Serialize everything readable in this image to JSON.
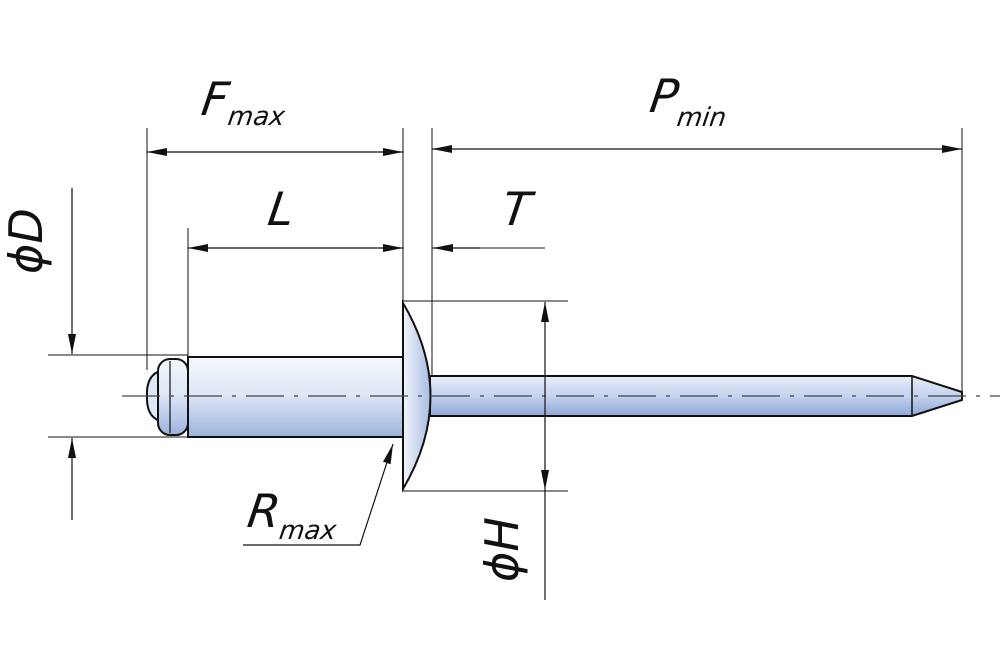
{
  "labels": {
    "F": {
      "main": "F",
      "sub": "max"
    },
    "P": {
      "main": "P",
      "sub": "min"
    },
    "L": {
      "main": "L"
    },
    "T": {
      "main": "T"
    },
    "R": {
      "main": "R",
      "sub": "max"
    },
    "D": {
      "main": "ϕD"
    },
    "H": {
      "main": "ϕH"
    }
  },
  "colors": {
    "line": "#111111",
    "body_fill_light": "#eef3fb",
    "body_fill_dark": "#a9bde3",
    "mandrel_fill": "#cfdcf2",
    "centerline": "#444444"
  }
}
